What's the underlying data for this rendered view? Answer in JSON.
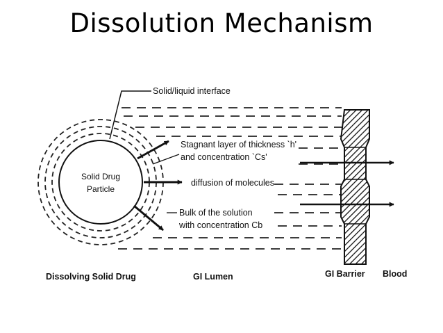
{
  "title": "Dissolution Mechanism",
  "particle": {
    "line1": "Solid Drug",
    "line2": "Particle"
  },
  "labels": {
    "interface": "Solid/liquid interface",
    "stagnant_line1": "Stagnant layer of thickness `h'",
    "stagnant_line2": "and concentration `Cs'",
    "diffusion": "diffusion of molecules",
    "bulk_line1": "Bulk of the solution",
    "bulk_line2": "with concentration Cb"
  },
  "regions": {
    "dissolving": "Dissolving Solid Drug",
    "lumen": "GI Lumen",
    "barrier": "GI Barrier",
    "blood": "Blood"
  }
}
